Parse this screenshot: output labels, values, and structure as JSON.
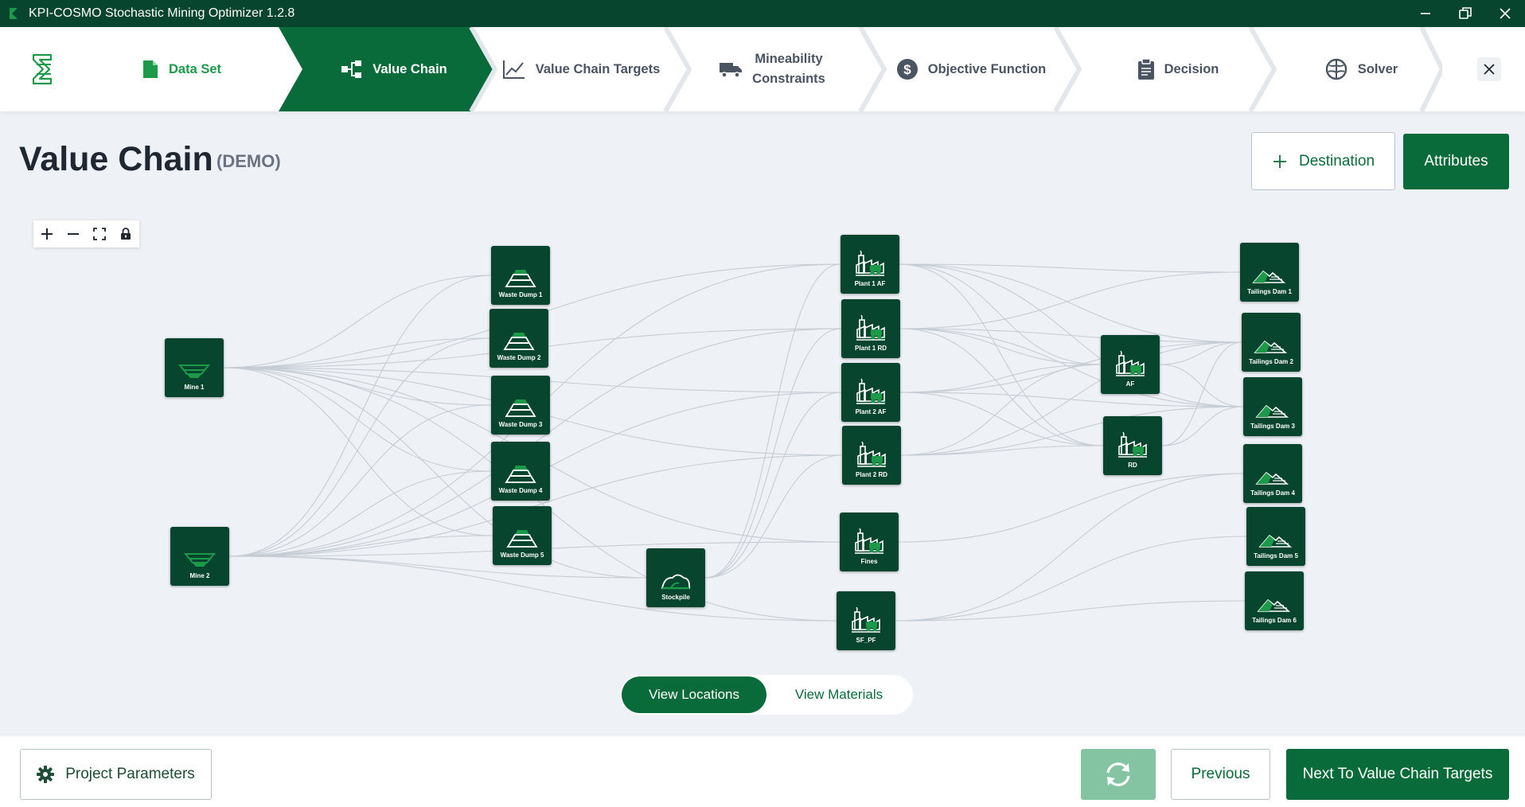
{
  "window": {
    "title": "KPI-COSMO Stochastic Mining Optimizer 1.2.8",
    "controls": [
      "minimize-icon",
      "restore-icon",
      "close-icon"
    ]
  },
  "stepper": {
    "steps": [
      {
        "label": "Data Set",
        "icon": "database-icon",
        "state": "done"
      },
      {
        "label": "Value Chain",
        "icon": "flow-chart-icon",
        "state": "active"
      },
      {
        "label": "Value Chain Targets",
        "icon": "line-chart-icon",
        "state": "todo"
      },
      {
        "label": "Mineability",
        "label2": "Constraints",
        "icon": "truck-icon",
        "state": "todo"
      },
      {
        "label": "Objective Function",
        "icon": "dollar-icon",
        "state": "todo"
      },
      {
        "label": "Decision",
        "icon": "clipboard-icon",
        "state": "todo"
      },
      {
        "label": "Solver",
        "icon": "brain-icon",
        "state": "todo"
      }
    ]
  },
  "header": {
    "title": "Value Chain",
    "subtitle": "(DEMO)",
    "destination_label": "Destination",
    "attributes_label": "Attributes"
  },
  "colors": {
    "brand_dark": "#07452f",
    "brand": "#0a6b3a",
    "brand_light": "#84c4a2",
    "accent_green": "#1c9a4a",
    "edge": "#c5ccd4"
  },
  "nodes": [
    {
      "id": "mine1",
      "label": "Mine 1",
      "type": "mine"
    },
    {
      "id": "mine2",
      "label": "Mine 2",
      "type": "mine"
    },
    {
      "id": "wd1",
      "label": "Waste Dump 1",
      "type": "dump"
    },
    {
      "id": "wd2",
      "label": "Waste Dump 2",
      "type": "dump"
    },
    {
      "id": "wd3",
      "label": "Waste Dump 3",
      "type": "dump"
    },
    {
      "id": "wd4",
      "label": "Waste Dump 4",
      "type": "dump"
    },
    {
      "id": "wd5",
      "label": "Waste Dump 5",
      "type": "dump"
    },
    {
      "id": "stockpile",
      "label": "Stockpile",
      "type": "stockpile"
    },
    {
      "id": "p1af",
      "label": "Plant 1 AF",
      "type": "plant"
    },
    {
      "id": "p1rd",
      "label": "Plant 1 RD",
      "type": "plant"
    },
    {
      "id": "p2af",
      "label": "Plant 2 AF",
      "type": "plant"
    },
    {
      "id": "p2rd",
      "label": "Plant 2 RD",
      "type": "plant"
    },
    {
      "id": "fines",
      "label": "Fines",
      "type": "plant"
    },
    {
      "id": "sfpf",
      "label": "SF_PF",
      "type": "plant"
    },
    {
      "id": "af",
      "label": "AF",
      "type": "plant"
    },
    {
      "id": "rd",
      "label": "RD",
      "type": "plant"
    },
    {
      "id": "td1",
      "label": "Tailings Dam 1",
      "type": "tailings"
    },
    {
      "id": "td2",
      "label": "Tailings Dam 2",
      "type": "tailings"
    },
    {
      "id": "td3",
      "label": "Tailings Dam 3",
      "type": "tailings"
    },
    {
      "id": "td4",
      "label": "Tailings Dam 4",
      "type": "tailings"
    },
    {
      "id": "td5",
      "label": "Tailings Dam 5",
      "type": "tailings"
    },
    {
      "id": "td6",
      "label": "Tailings Dam 6",
      "type": "tailings"
    }
  ],
  "edges": [
    [
      "mine1",
      "wd1"
    ],
    [
      "mine1",
      "wd2"
    ],
    [
      "mine1",
      "wd3"
    ],
    [
      "mine1",
      "wd4"
    ],
    [
      "mine1",
      "wd5"
    ],
    [
      "mine1",
      "stockpile"
    ],
    [
      "mine1",
      "p1af"
    ],
    [
      "mine1",
      "p1rd"
    ],
    [
      "mine1",
      "p2af"
    ],
    [
      "mine1",
      "p2rd"
    ],
    [
      "mine1",
      "fines"
    ],
    [
      "mine1",
      "sfpf"
    ],
    [
      "mine2",
      "wd1"
    ],
    [
      "mine2",
      "wd2"
    ],
    [
      "mine2",
      "wd3"
    ],
    [
      "mine2",
      "wd4"
    ],
    [
      "mine2",
      "wd5"
    ],
    [
      "mine2",
      "stockpile"
    ],
    [
      "mine2",
      "p1af"
    ],
    [
      "mine2",
      "p1rd"
    ],
    [
      "mine2",
      "p2af"
    ],
    [
      "mine2",
      "p2rd"
    ],
    [
      "mine2",
      "fines"
    ],
    [
      "mine2",
      "sfpf"
    ],
    [
      "stockpile",
      "p1af"
    ],
    [
      "stockpile",
      "p1rd"
    ],
    [
      "stockpile",
      "p2af"
    ],
    [
      "stockpile",
      "p2rd"
    ],
    [
      "p1af",
      "af"
    ],
    [
      "p1af",
      "rd"
    ],
    [
      "p1af",
      "td1"
    ],
    [
      "p1af",
      "td2"
    ],
    [
      "p1af",
      "td3"
    ],
    [
      "p1rd",
      "af"
    ],
    [
      "p1rd",
      "rd"
    ],
    [
      "p1rd",
      "td1"
    ],
    [
      "p1rd",
      "td2"
    ],
    [
      "p1rd",
      "td3"
    ],
    [
      "p2af",
      "af"
    ],
    [
      "p2af",
      "rd"
    ],
    [
      "p2af",
      "td2"
    ],
    [
      "p2af",
      "td3"
    ],
    [
      "p2rd",
      "af"
    ],
    [
      "p2rd",
      "rd"
    ],
    [
      "p2rd",
      "td2"
    ],
    [
      "p2rd",
      "td3"
    ],
    [
      "af",
      "td2"
    ],
    [
      "af",
      "td3"
    ],
    [
      "rd",
      "td2"
    ],
    [
      "rd",
      "td3"
    ],
    [
      "sfpf",
      "td4"
    ],
    [
      "sfpf",
      "td5"
    ],
    [
      "sfpf",
      "td6"
    ],
    [
      "fines",
      "td4"
    ]
  ],
  "zoom_controls": [
    "zoom-in-icon",
    "zoom-out-icon",
    "fit-view-icon",
    "lock-icon"
  ],
  "view_toggle": {
    "locations_label": "View Locations",
    "materials_label": "View Materials",
    "selected": "locations"
  },
  "footer": {
    "project_parameters_label": "Project Parameters",
    "previous_label": "Previous",
    "next_label": "Next To Value Chain Targets"
  }
}
